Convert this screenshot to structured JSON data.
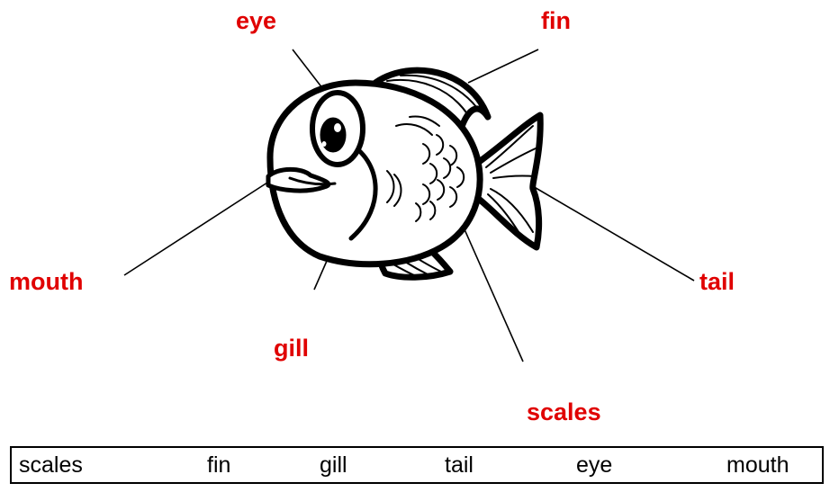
{
  "colors": {
    "label": "#e00000",
    "line": "#000000",
    "fish_outline": "#000000",
    "fish_fill": "#ffffff"
  },
  "labels": {
    "eye": "eye",
    "fin": "fin",
    "mouth": "mouth",
    "gill": "gill",
    "scales": "scales",
    "tail": "tail"
  },
  "word_bank": {
    "words": [
      "scales",
      "fin",
      "gill",
      "tail",
      "eye",
      "mouth"
    ]
  }
}
